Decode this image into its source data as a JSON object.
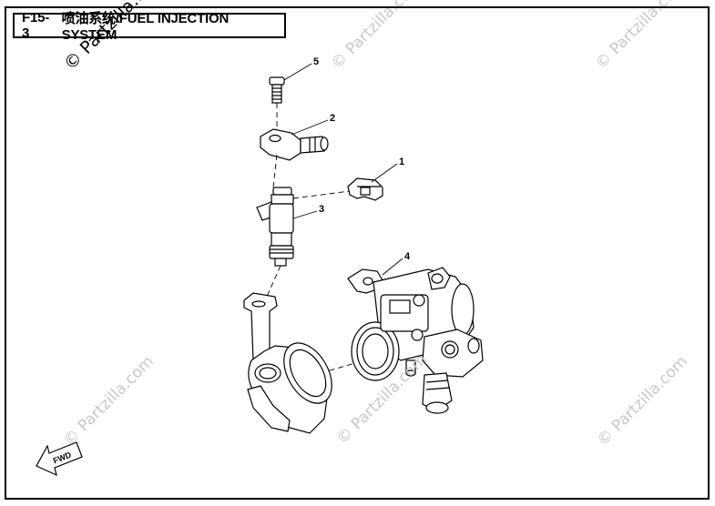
{
  "title": {
    "code": "F15-3",
    "text": "喷油系统/FUEL INJECTION SYSTEM"
  },
  "watermark": {
    "text": "© Partzilla.com"
  },
  "callouts": [
    {
      "label": "1",
      "part": "injector-clip"
    },
    {
      "label": "2",
      "part": "fuel-rail-connector"
    },
    {
      "label": "3",
      "part": "fuel-injector"
    },
    {
      "label": "4",
      "part": "throttle-body"
    },
    {
      "label": "5",
      "part": "bolt"
    }
  ],
  "fwd_label": "FWD",
  "colors": {
    "line": "#000000",
    "watermark": "#c8c8c8",
    "frame": "#000000"
  }
}
